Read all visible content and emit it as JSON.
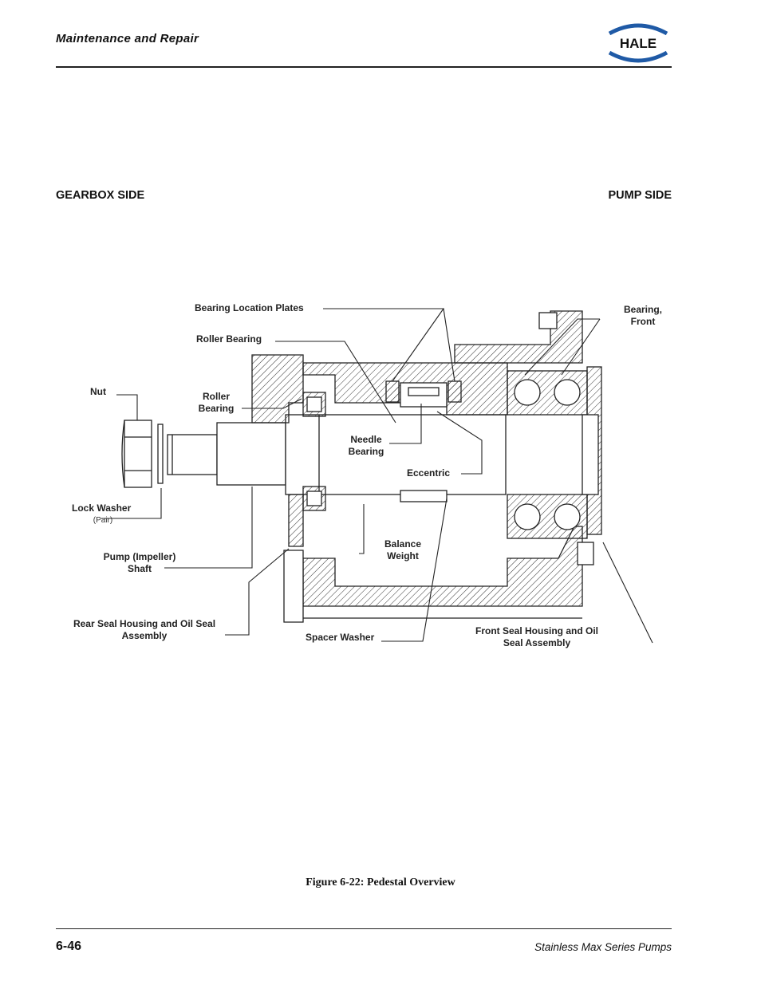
{
  "header": {
    "section_title": "Maintenance and Repair",
    "logo_text": "HALE"
  },
  "sides": {
    "left": "GEARBOX SIDE",
    "right": "PUMP SIDE"
  },
  "callouts": {
    "bearing_location_plates": "Bearing Location Plates",
    "roller_bearing_top": "Roller Bearing",
    "nut": "Nut",
    "roller_bearing_2_line1": "Roller",
    "roller_bearing_2_line2": "Bearing",
    "needle_bearing_line1": "Needle",
    "needle_bearing_line2": "Bearing",
    "eccentric": "Eccentric",
    "bearing_front_line1": "Bearing,",
    "bearing_front_line2": "Front",
    "lock_washer": "Lock Washer",
    "lock_washer_note": "(Pair)",
    "balance_weight_line1": "Balance",
    "balance_weight_line2": "Weight",
    "pump_shaft_line1": "Pump (Impeller)",
    "pump_shaft_line2": "Shaft",
    "rear_seal_line1": "Rear Seal Housing and Oil Seal",
    "rear_seal_line2": "Assembly",
    "spacer_washer": "Spacer Washer",
    "front_seal_line1": "Front Seal Housing and Oil",
    "front_seal_line2": "Seal Assembly"
  },
  "figure": {
    "caption": "Figure 6-22: Pedestal Overview"
  },
  "footer": {
    "page_number": "6-46",
    "doc_title": "Stainless Max Series Pumps"
  },
  "colors": {
    "logo_blue": "#1f5aa6",
    "line": "#222222"
  }
}
